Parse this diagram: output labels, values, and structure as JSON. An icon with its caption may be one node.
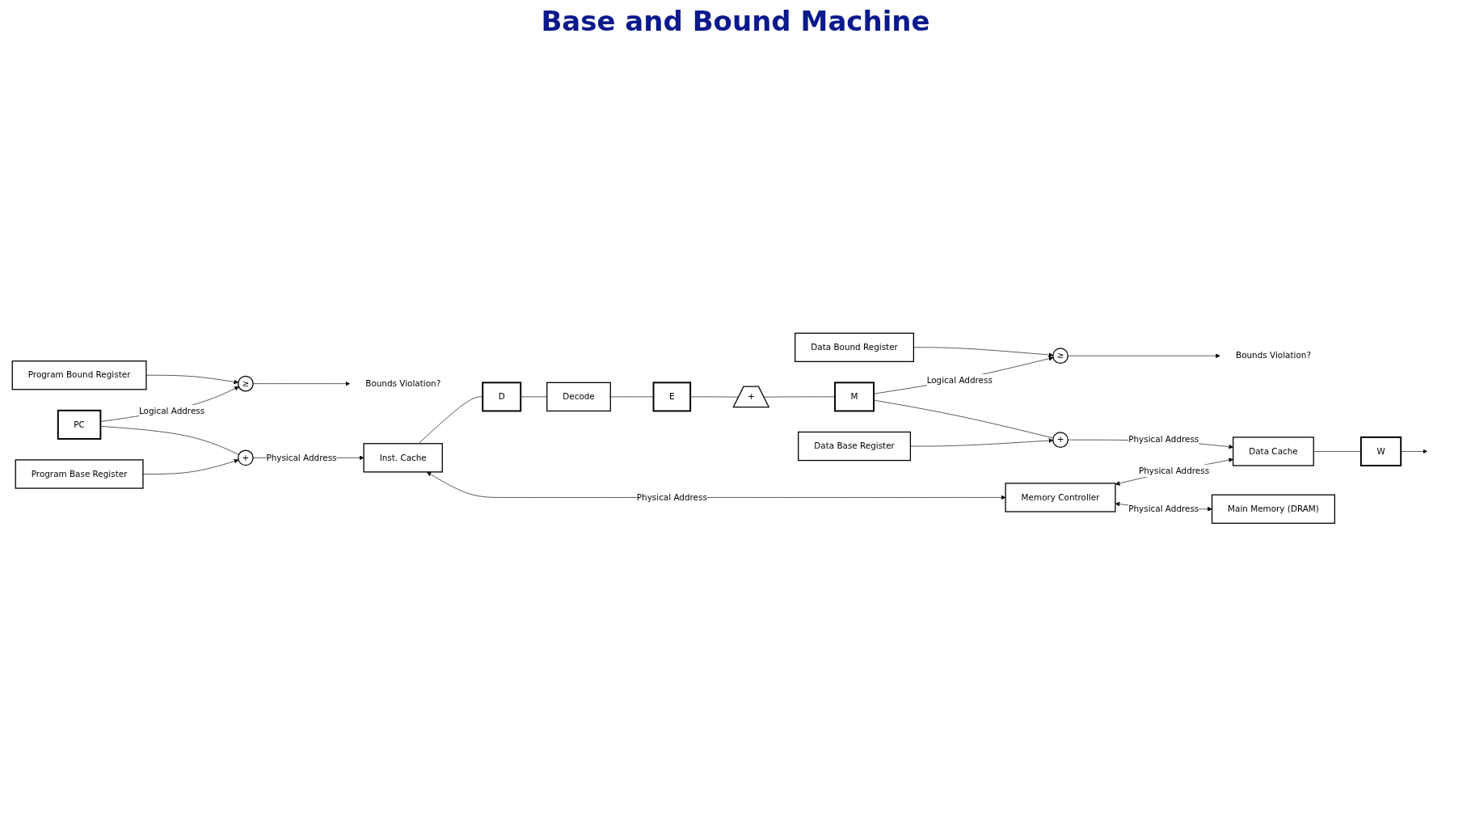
{
  "diagram": {
    "title": "Base and Bound Machine",
    "nodes": [
      {
        "text": [
          "Program Bound Register"
        ]
      },
      {
        "text": [
          "≥"
        ]
      },
      {
        "text": [
          "Bounds Violation?"
        ]
      },
      {
        "text": [
          "PC"
        ]
      },
      {
        "text": [
          "+"
        ]
      },
      {
        "text": [
          "Program Base Register"
        ]
      },
      {
        "text": [
          "Inst. Cache"
        ]
      },
      {
        "text": [
          "D"
        ]
      },
      {
        "text": [
          "Decode"
        ]
      },
      {
        "text": [
          "E"
        ]
      },
      {
        "text": [
          "+"
        ]
      },
      {
        "text": [
          "M"
        ]
      },
      {
        "text": [
          "Data Bound Register"
        ]
      },
      {
        "text": [
          "≥"
        ]
      },
      {
        "text": [
          "Bounds Violation?"
        ]
      },
      {
        "text": [
          "+"
        ]
      },
      {
        "text": [
          "Data Base Register"
        ]
      },
      {
        "text": [
          "Data Cache"
        ]
      },
      {
        "text": [
          "W"
        ]
      },
      {
        "text": [
          "Memory Controller"
        ]
      },
      {
        "text": [
          "Main Memory (DRAM)"
        ]
      }
    ],
    "edges": [
      {
        "from": 0,
        "to": 1,
        "arrow": "to"
      },
      {
        "from": 3,
        "to": 1,
        "arrow": "to",
        "label": "Logical Address"
      },
      {
        "from": 1,
        "to": 2,
        "arrow": "to"
      },
      {
        "from": 3,
        "to": 4,
        "arrow": "none"
      },
      {
        "from": 5,
        "to": 4,
        "arrow": "to"
      },
      {
        "from": 4,
        "to": 6,
        "arrow": "to",
        "label": "Physical Address"
      },
      {
        "from": 6,
        "to": 7,
        "arrow": "none"
      },
      {
        "from": 7,
        "to": 8,
        "arrow": "none"
      },
      {
        "from": 8,
        "to": 9,
        "arrow": "none"
      },
      {
        "from": 9,
        "to": 10,
        "arrow": "none"
      },
      {
        "from": 10,
        "to": 11,
        "arrow": "none"
      },
      {
        "from": 12,
        "to": 13,
        "arrow": "to"
      },
      {
        "from": 11,
        "to": 13,
        "arrow": "to",
        "label": "Logical Address"
      },
      {
        "from": 13,
        "to": 14,
        "arrow": "to"
      },
      {
        "from": 11,
        "to": 15,
        "arrow": "none"
      },
      {
        "from": 16,
        "to": 15,
        "arrow": "to"
      },
      {
        "from": 15,
        "to": 17,
        "arrow": "to",
        "label": "Physical Address"
      },
      {
        "from": 17,
        "to": 18,
        "arrow": "none"
      },
      {
        "from": 18,
        "to": null,
        "arrow": "to"
      },
      {
        "from": 6,
        "to": 19,
        "arrow": "both",
        "label": "Physical Address"
      },
      {
        "from": 19,
        "to": 17,
        "arrow": "both",
        "label": "Physical Address"
      },
      {
        "from": 19,
        "to": 20,
        "arrow": "both",
        "label": "Physical Address"
      }
    ]
  }
}
